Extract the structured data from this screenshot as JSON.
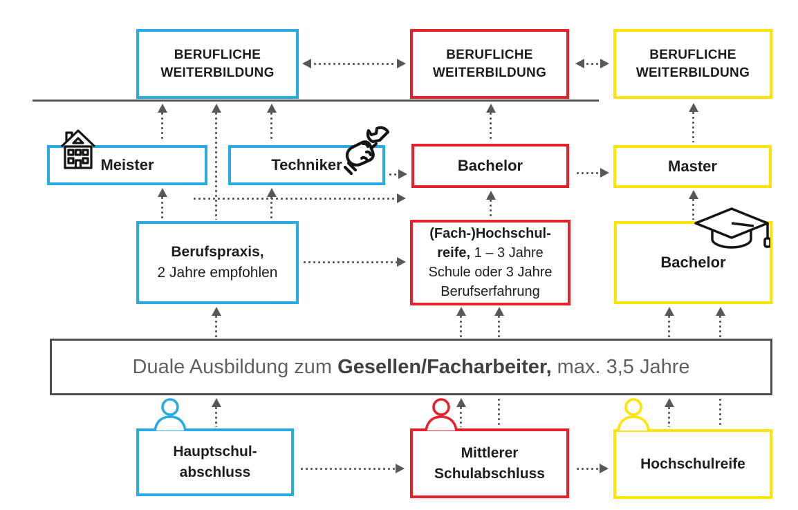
{
  "colors": {
    "blue": "#29abe2",
    "red": "#e8212d",
    "yellow": "#ffe400",
    "arrow_gray": "#58585a",
    "frame_gray": "#4d4e50",
    "text_dark": "#1d1d1b",
    "text_gray": "#5f6063"
  },
  "boxes": {
    "weiterbildung_blue": {
      "line1": "BERUFLICHE",
      "line2": "WEITERBILDUNG"
    },
    "weiterbildung_red": {
      "line1": "BERUFLICHE",
      "line2": "WEITERBILDUNG"
    },
    "weiterbildung_yellow": {
      "line1": "BERUFLICHE",
      "line2": "WEITERBILDUNG"
    },
    "meister": {
      "label": "Meister"
    },
    "techniker": {
      "label": "Techniker"
    },
    "bachelor_fh": {
      "label": "Bachelor"
    },
    "master": {
      "label": "Master"
    },
    "berufspraxis": {
      "bold": "Berufspraxis,",
      "rest": "2 Jahre empfohlen"
    },
    "hochschulreife_fach": {
      "bold_line1": "(Fach-)Hochschul-",
      "bold_line2": "reife,",
      "rest_line2": "1 – 3 Jahre",
      "line3": "Schule oder 3 Jahre",
      "line4": "Berufserfahrung"
    },
    "bachelor_uni": {
      "label": "Bachelor"
    },
    "duale_ausbildung": {
      "pre": "Duale Ausbildung zum ",
      "bold": "Gesellen/Facharbeiter,",
      "post": " max. 3,5 Jahre"
    },
    "hauptschulabschluss": {
      "line1": "Hauptschul-",
      "line2": "abschluss"
    },
    "mittlerer_schulabschluss": {
      "line1": "Mittlerer",
      "line2": "Schulabschluss"
    },
    "hochschulreife": {
      "label": "Hochschulreife"
    }
  },
  "icons": {
    "meister": "house-icon",
    "techniker": "hand-wrench-icon",
    "bachelor_uni": "graduation-cap-icon",
    "hauptschulabschluss": "person-icon",
    "mittlerer_schulabschluss": "person-icon",
    "hochschulreife": "person-icon"
  }
}
